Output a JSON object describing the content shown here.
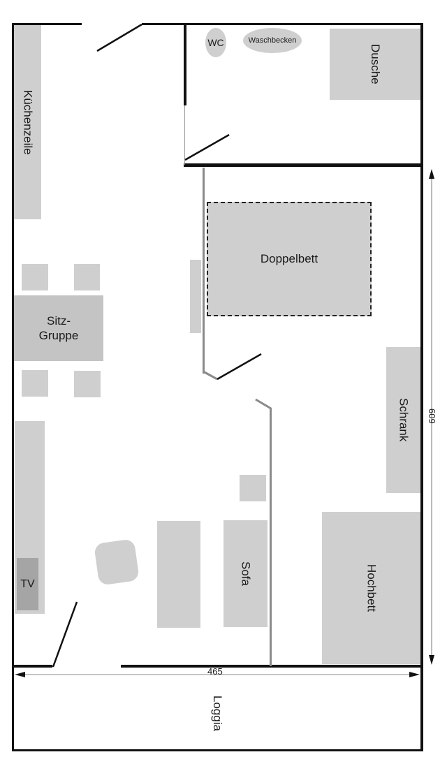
{
  "plan": {
    "rooms": {
      "bathroom": {
        "items": {
          "wc": "WC",
          "sink": "Waschbecken",
          "shower": "Dusche"
        }
      },
      "bedroom": {
        "items": {
          "double_bed": "Doppelbett",
          "wardrobe": "Schrank",
          "loft_bed": "Hochbett"
        }
      },
      "living": {
        "items": {
          "kitchenette": "Küchenzeile",
          "seating_group_line1": "Sitz-",
          "seating_group_line2": "Gruppe",
          "tv": "TV",
          "sofa": "Sofa"
        }
      },
      "loggia": {
        "label": "Loggia"
      }
    },
    "dimensions": {
      "width": "465",
      "length": "609"
    },
    "colors": {
      "wall": "#111111",
      "partition": "#8a8a8a",
      "furniture": "#cfcfcf",
      "tv": "#a5a5a5"
    }
  }
}
